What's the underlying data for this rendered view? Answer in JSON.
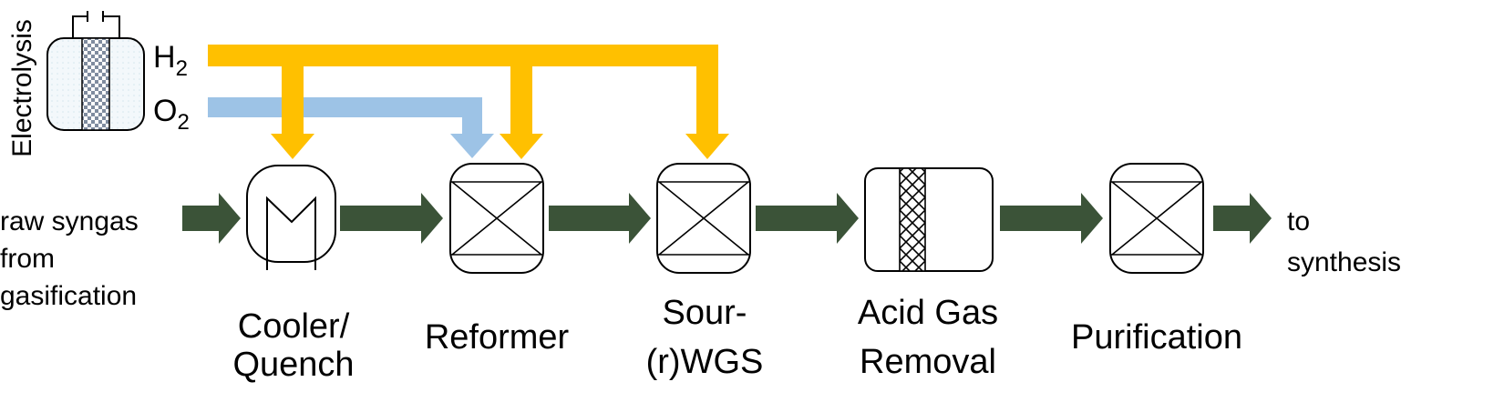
{
  "electrolysis": {
    "label": "Electrolysis",
    "outputs": [
      {
        "base": "H",
        "sub": "2"
      },
      {
        "base": "O",
        "sub": "2"
      }
    ]
  },
  "inlet": [
    "raw syngas",
    "from",
    "gasification"
  ],
  "units": [
    {
      "id": "cooler",
      "label_lines": [
        "Cooler/",
        "Quench"
      ]
    },
    {
      "id": "reformer",
      "label_lines": [
        "Reformer"
      ]
    },
    {
      "id": "wgs",
      "label_lines": [
        "Sour-",
        "(r)WGS"
      ]
    },
    {
      "id": "agr",
      "label_lines": [
        "Acid Gas",
        "Removal"
      ]
    },
    {
      "id": "purification",
      "label_lines": [
        "Purification"
      ]
    }
  ],
  "outlet": [
    "to",
    "synthesis"
  ],
  "colors": {
    "hydrogen": "#ffc000",
    "oxygen": "#9dc3e6",
    "syngas": "#3b5338",
    "membrane": "#b3bcc9"
  }
}
